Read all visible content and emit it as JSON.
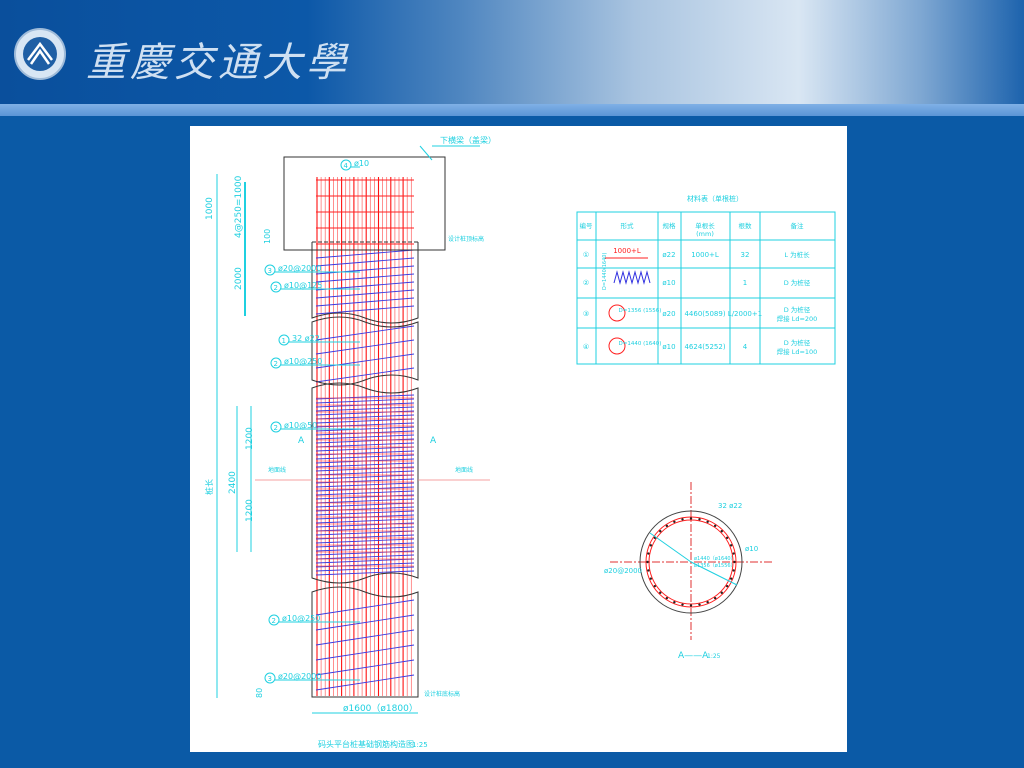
{
  "header": {
    "university_name": "重慶交通大學"
  },
  "drawing": {
    "title": "码头平台桩基础钢筋构造图",
    "scale": "1:25",
    "cap_label": "下横梁（盖梁）",
    "pile_top_label": "设计桩顶标高",
    "ground_label_left": "地面线",
    "ground_label_right": "地面线",
    "pile_bottom_label": "设计桩底标高",
    "pile_length_label": "桩长",
    "dims": {
      "d1000": "1000",
      "d4x250": "4@250=1000",
      "d100": "100",
      "d2000": "2000",
      "d1200a": "1200",
      "d2400": "2400",
      "d1200b": "1200",
      "d80": "80",
      "diameter": "ø1600（ø1800）"
    },
    "callouts": [
      {
        "num": "4",
        "text": "ø10"
      },
      {
        "num": "3",
        "text": "ø20@2000"
      },
      {
        "num": "2",
        "text": "ø10@125"
      },
      {
        "num": "1",
        "text": "32 ø22"
      },
      {
        "num": "2",
        "text": "ø10@250"
      },
      {
        "num": "2",
        "text": "ø10@50"
      },
      {
        "num": "2",
        "text": "ø10@250"
      },
      {
        "num": "3",
        "text": "ø20@2000"
      }
    ],
    "section_mark": "A",
    "section": {
      "title": "A——A",
      "scale": "1:25",
      "c1": "32 ø22",
      "c2": "ø10",
      "c3": "ø20@2000",
      "inner1": "ø1440（ø1640）",
      "inner2": "ø1356（ø1556）"
    }
  },
  "table": {
    "title": "材料表（单根桩）",
    "headers": [
      "编号",
      "形式",
      "规格",
      "单根长\n(mm)",
      "根数",
      "备注"
    ],
    "rows": [
      {
        "num": "①",
        "shape": "1000+L",
        "spec": "ø22",
        "length": "1000+L",
        "count": "32",
        "note": "L 为桩长"
      },
      {
        "num": "②",
        "shape": "D=1440(1640)",
        "spec": "ø10",
        "length": "",
        "count": "1",
        "note": "D 为桩径"
      },
      {
        "num": "③",
        "shape": "D=1356 (1556)",
        "spec": "ø20",
        "length": "4460(5089)",
        "count": "L/2000+1",
        "note": "D 为桩径 焊接 Ld=200"
      },
      {
        "num": "④",
        "shape": "D=1440 (1640)",
        "spec": "ø10",
        "length": "4624(5252)",
        "count": "4",
        "note": "D 为桩径 焊接 Ld=100"
      }
    ]
  },
  "colors": {
    "background": "#0b5aa6",
    "rebar_main": "#ff2020",
    "rebar_spiral": "#3030e0",
    "dimension": "#1fd0e0"
  }
}
